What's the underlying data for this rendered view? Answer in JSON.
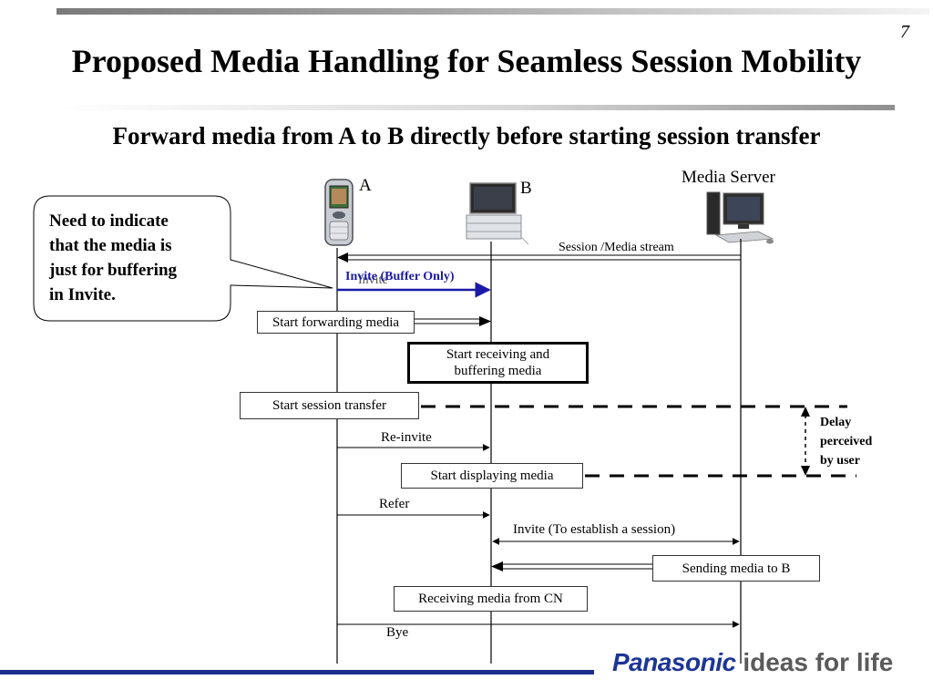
{
  "slide": {
    "page_number": "7",
    "title": "Proposed Media Handling for Seamless Session Mobility",
    "subtitle": "Forward media from A to B directly before starting session transfer"
  },
  "lifelines": {
    "a": "A",
    "b": "B",
    "server": "Media Server"
  },
  "callout": {
    "lines": [
      "Need to indicate",
      "that the media is",
      "just for buffering",
      "in Invite."
    ]
  },
  "messages": {
    "session_stream": "Session /Media stream",
    "invite_underlay": "Invite",
    "invite_buffer": "Invite (Buffer Only)",
    "reinvite": "Re-invite",
    "refer": "Refer",
    "invite_establish": "Invite (To establish a session)",
    "bye": "Bye"
  },
  "boxes": {
    "start_forwarding": "Start forwarding media",
    "start_receiving_1": "Start receiving and",
    "start_receiving_2": "buffering media",
    "start_transfer": "Start session transfer",
    "start_displaying": "Start displaying media",
    "sending_to_b": "Sending media to B",
    "receiving_from_cn": "Receiving media from CN"
  },
  "delay": {
    "lines": [
      "Delay",
      "perceived",
      "by user"
    ]
  },
  "footer": {
    "brand": "Panasonic",
    "tagline": "ideas for life"
  },
  "colors": {
    "invite_arrow": "#1a1aa6",
    "footer_rule": "#1b2e8f",
    "brand_blue": "#1c3596"
  }
}
